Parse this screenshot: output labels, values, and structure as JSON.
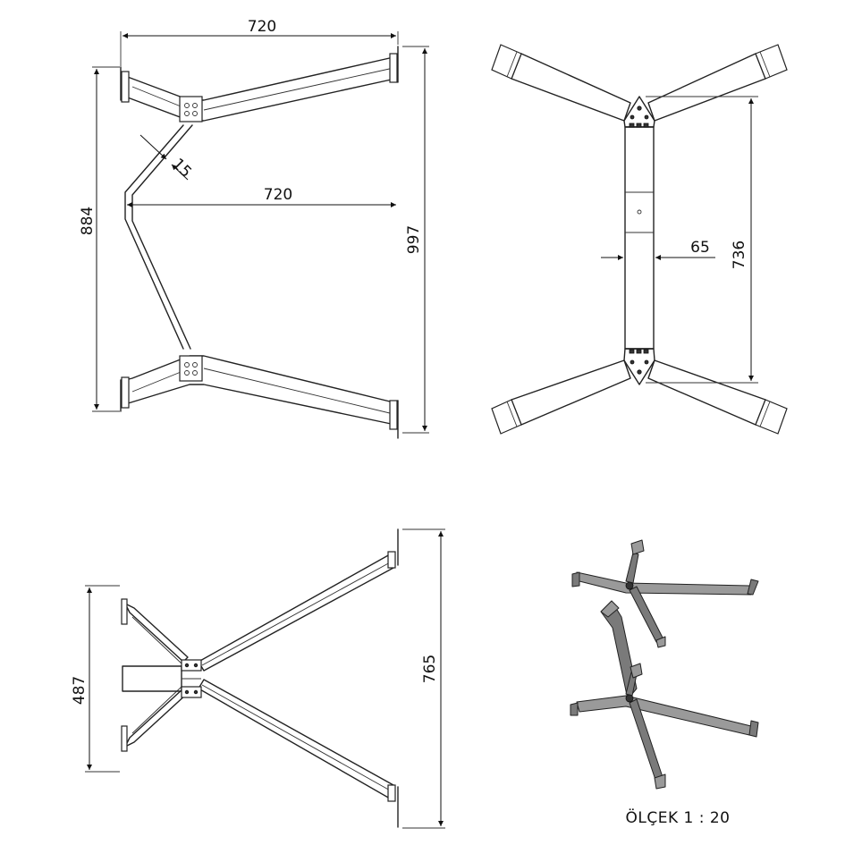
{
  "views": {
    "front": {
      "dim_top_width": "720",
      "dim_mid_width": "720",
      "dim_thickness": "15",
      "dim_left_height": "884",
      "dim_right_height": "997"
    },
    "top": {
      "dim_width": "65",
      "dim_height": "736"
    },
    "side": {
      "dim_left_height": "487",
      "dim_right_height": "765"
    },
    "isometric": {
      "scale_label": "ÖLÇEK 1 : 20"
    }
  },
  "colors": {
    "line": "#222222",
    "iso_fill": "#7a7a7a",
    "background": "#ffffff"
  }
}
